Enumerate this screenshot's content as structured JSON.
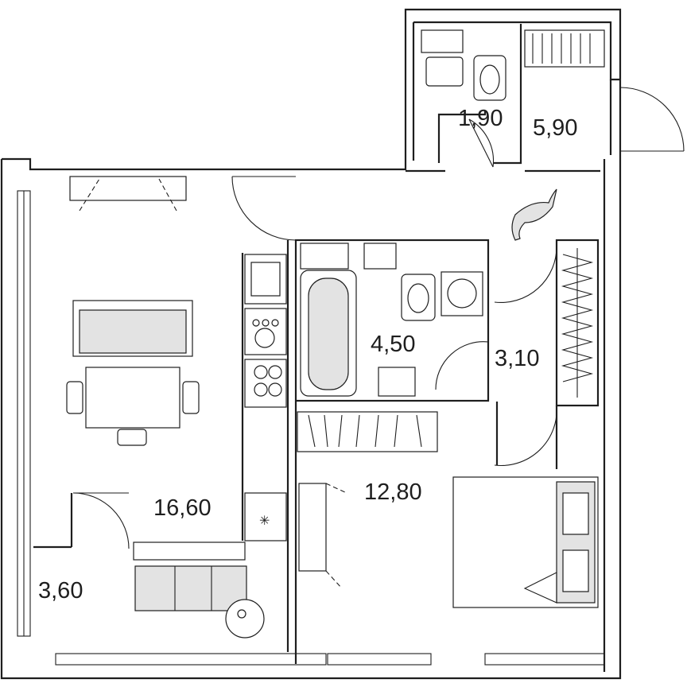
{
  "rooms": {
    "storage_top": "1,90",
    "hall_top": "5,90",
    "bathroom": "4,50",
    "hall": "3,10",
    "living_kitchen": "16,60",
    "bedroom": "12,80",
    "balcony": "3,60"
  },
  "colors": {
    "wall": "#1e1e1e",
    "furniture_fill": "#e3e3e3",
    "background": "#ffffff"
  }
}
